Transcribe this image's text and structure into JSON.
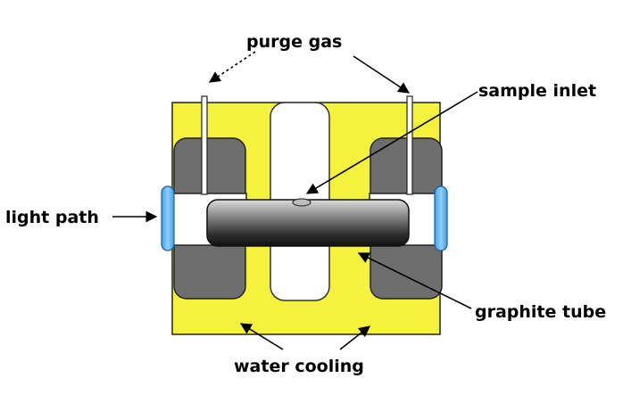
{
  "labels": {
    "purge_gas": "purge gas",
    "sample_inlet": "sample inlet",
    "light_path": "light path",
    "graphite_tube": "graphite tube",
    "water_cooling": "water cooling"
  },
  "colors": {
    "housing": "#f4f23c",
    "electrode": "#6e6e6e",
    "window": "#59b7f5",
    "tube_light": "#d9d9d9",
    "tube_dark": "#1e1e1e",
    "background": "#ffffff"
  }
}
